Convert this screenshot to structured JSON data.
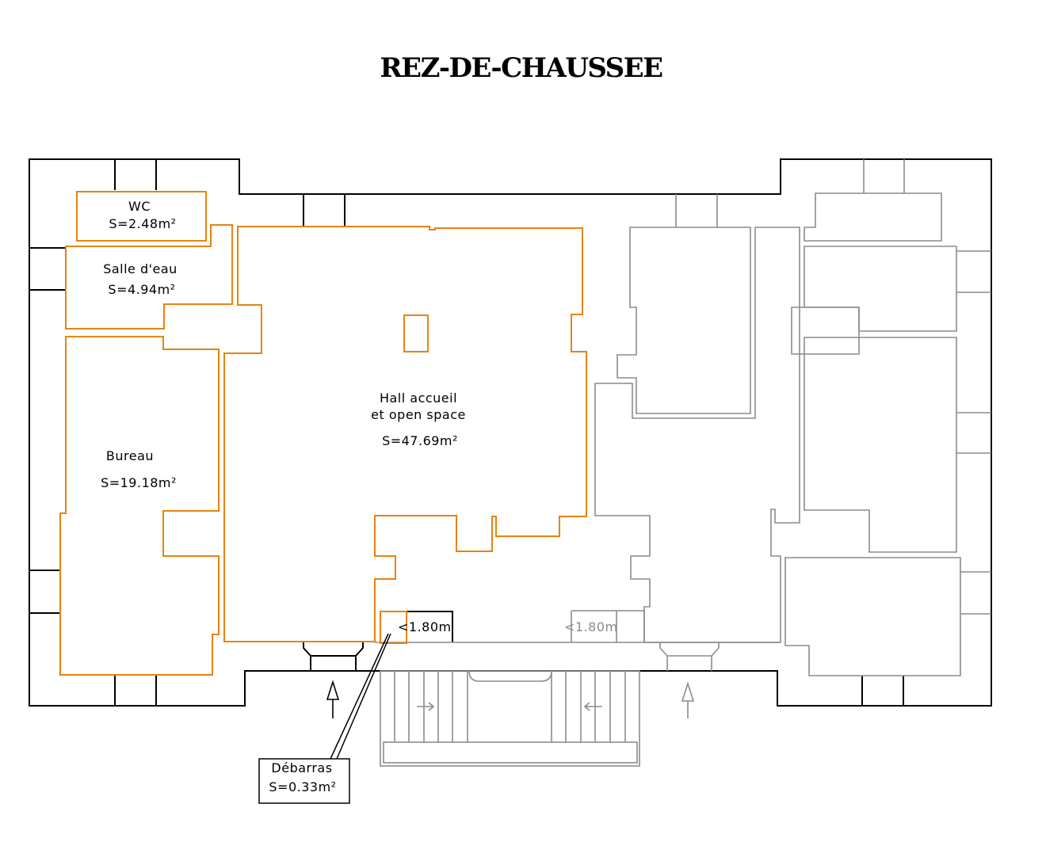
{
  "title": "REZ-DE-CHAUSSEE",
  "colors": {
    "room_outline": "#e8830f",
    "walls": "#000000",
    "neighbor": "#8c8c8c"
  },
  "rooms": [
    {
      "name": "WC",
      "area": "S=2.48m²"
    },
    {
      "name": "Salle d'eau",
      "area": "S=4.94m²"
    },
    {
      "name": "Bureau",
      "area": "S=19.18m²"
    },
    {
      "name_line1": "Hall accueil",
      "name_line2": "et open space",
      "area": "S=47.69m²"
    },
    {
      "name": "Débarras",
      "area": "S=0.33m²"
    }
  ],
  "height_marks": [
    "<1.80m",
    "<1.80m"
  ]
}
